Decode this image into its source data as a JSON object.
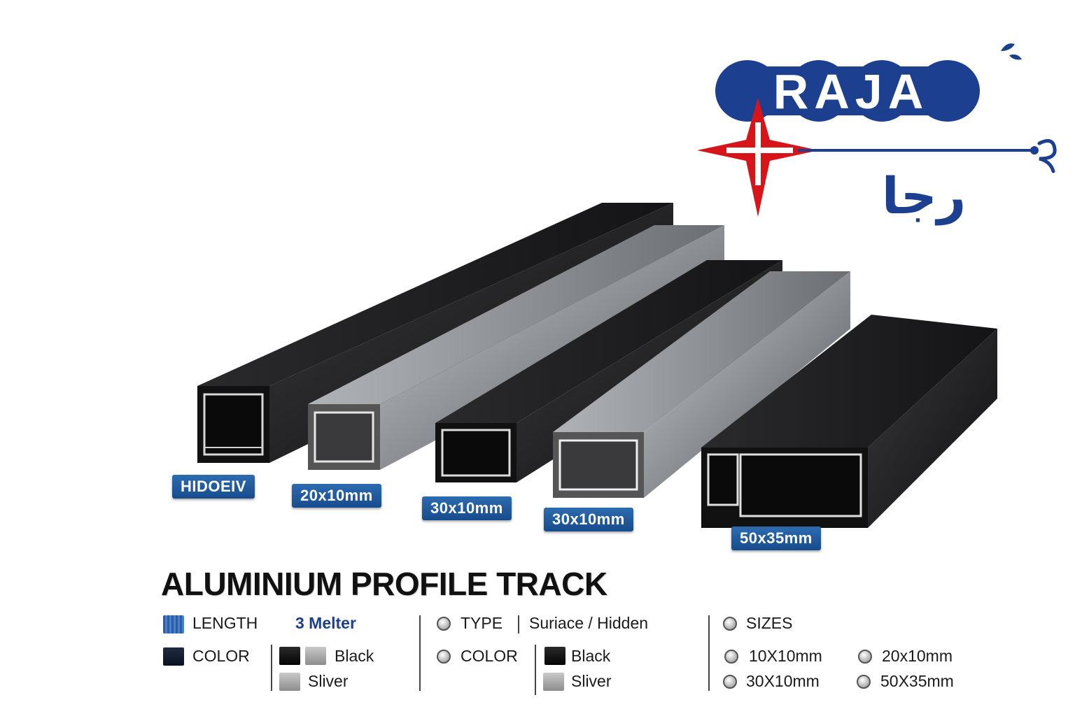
{
  "brand": {
    "name": "RAJA",
    "script": "رجا"
  },
  "products": [
    {
      "label": "HIDOEIV",
      "finish": "black"
    },
    {
      "label": "20x10mm",
      "finish": "silver"
    },
    {
      "label": "30x10mm",
      "finish": "black"
    },
    {
      "label": "30x10mm",
      "finish": "silver"
    },
    {
      "label": "50x35mm",
      "finish": "black"
    }
  ],
  "title": "ALUMINIUM PROFILE TRACK",
  "specs": {
    "col1": {
      "length_label": "LENGTH",
      "length_value": "3 Melter",
      "color_label": "COLOR",
      "colors": [
        "Black",
        "Sliver"
      ]
    },
    "col2": {
      "type_label": "TYPE",
      "type_value": "Suriace / Hidden",
      "color_label": "COLOR",
      "colors": [
        "Black",
        "Sliver"
      ]
    },
    "col3": {
      "sizes_label": "SIZES",
      "sizes": [
        "10X10mm",
        "20x10mm",
        "30X10mm",
        "50X35mm"
      ]
    }
  },
  "colors": {
    "brand_blue": "#1d3f8f",
    "brand_red": "#d8141b",
    "tag_blue": "#1f5597",
    "profile_black": "#1a1a1a",
    "profile_silver": "#8f9398"
  }
}
